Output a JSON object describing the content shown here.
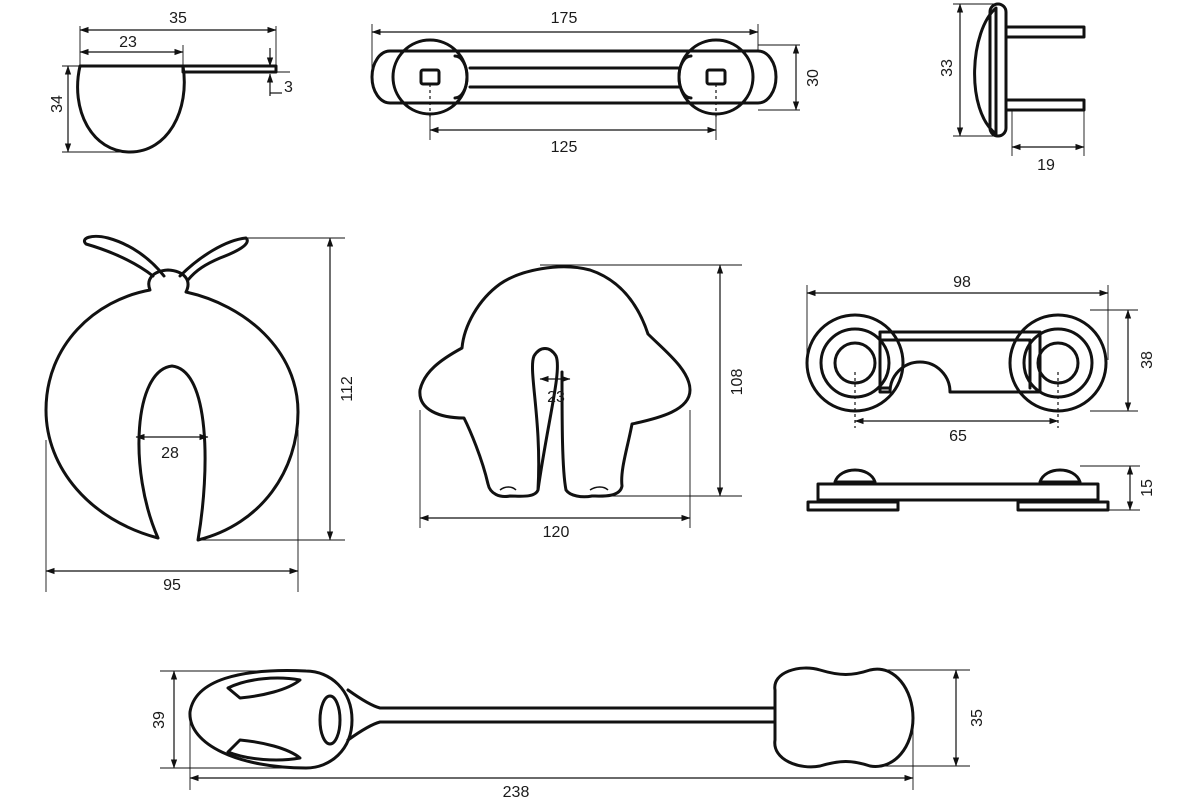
{
  "dimensions": {
    "hook_top_width": "35",
    "hook_cup_width": "23",
    "hook_flange": "3",
    "hook_height": "34",
    "strap_length": "175",
    "strap_hole_spacing": "125",
    "strap_height": "30",
    "plug_height": "33",
    "plug_pin_length": "19",
    "stopper_height": "112",
    "stopper_slot_width": "28",
    "stopper_width": "95",
    "animal_height": "108",
    "animal_slot_width": "23",
    "animal_width": "120",
    "latch_length": "98",
    "latch_hole_spacing": "65",
    "latch_height": "38",
    "latch_side_height": "15",
    "long_strap_length": "238",
    "long_strap_left_height": "39",
    "long_strap_right_height": "35"
  }
}
